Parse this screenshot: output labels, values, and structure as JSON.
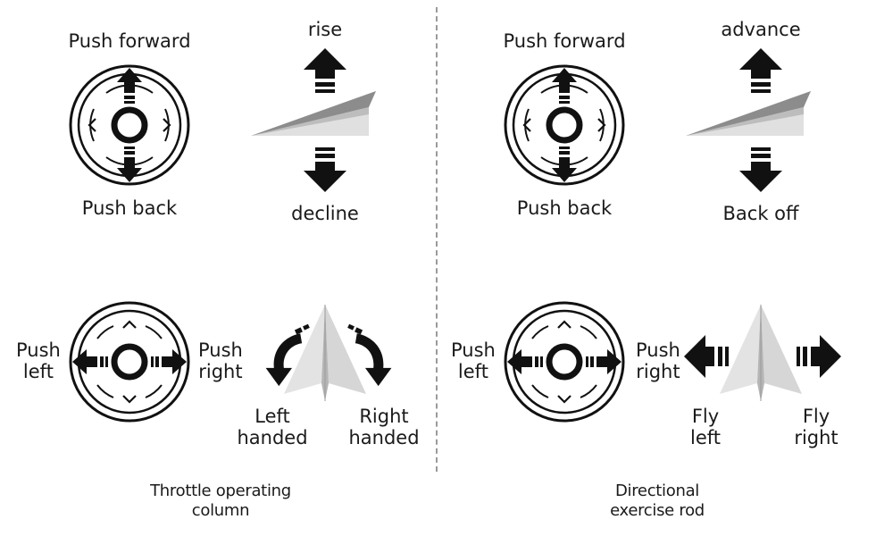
{
  "left_panel": {
    "top": {
      "push_forward": "Push forward",
      "push_back": "Push back",
      "rise": "rise",
      "decline": "decline"
    },
    "bottom": {
      "push_left": "Push\nleft",
      "push_right": "Push\nright",
      "left_handed": "Left\nhanded",
      "right_handed": "Right\nhanded"
    },
    "caption": "Throttle operating\ncolumn"
  },
  "right_panel": {
    "top": {
      "push_forward": "Push forward",
      "push_back": "Push back",
      "advance": "advance",
      "back_off": "Back off"
    },
    "bottom": {
      "push_left": "Push\nleft",
      "push_right": "Push\nright",
      "fly_left": "Fly\nleft",
      "fly_right": "Fly\nright"
    },
    "caption": "Directional\nexercise rod"
  },
  "colors": {
    "ink": "#111111",
    "plane_light": "#e2e2e2",
    "plane_mid": "#c8c8c8",
    "plane_dark": "#8c8c8c",
    "divider": "#9a9a9a"
  },
  "icons": [
    "joystick-vertical-icon",
    "joystick-horizontal-icon",
    "arrow-up-icon",
    "arrow-down-icon",
    "arrow-left-icon",
    "arrow-right-icon",
    "rotate-left-icon",
    "rotate-right-icon",
    "paper-plane-side-icon",
    "paper-plane-top-icon"
  ]
}
